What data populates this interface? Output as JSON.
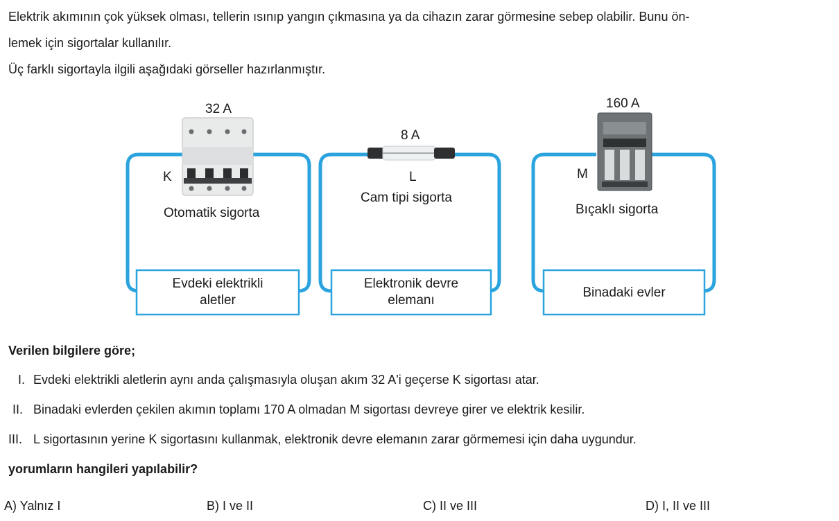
{
  "intro": {
    "line1": "Elektrik akımının çok yüksek olması, tellerin ısınıp yangın çıkmasına ya da cihazın zarar görmesine sebep olabilir. Bunu ön-",
    "line2": "lemek için sigortalar kullanılır.",
    "line3": "Üç farklı sigortayla ilgili aşağıdaki görseller hazırlanmıştır."
  },
  "fuses": [
    {
      "rating": "32 A",
      "letter": "K",
      "name": "Otomatik sigorta",
      "load_line1": "Evdeki elektrikli",
      "load_line2": "aletler"
    },
    {
      "rating": "8 A",
      "letter": "L",
      "name": "Cam tipi sigorta",
      "load_line1": "Elektronik devre",
      "load_line2": "elemanı"
    },
    {
      "rating": "160 A",
      "letter": "M",
      "name": "Bıçaklı sigorta",
      "load_line1": "Binadaki evler",
      "load_line2": ""
    }
  ],
  "question": {
    "lead": "Verilen bilgilere göre;",
    "statements": [
      {
        "num": "I.",
        "text": "Evdeki elektrikli aletlerin aynı anda çalışmasıyla oluşan akım 32 A'i geçerse K sigortası atar."
      },
      {
        "num": "II.",
        "text": "Binadaki evlerden çekilen akımın toplamı 170 A olmadan M sigortası devreye girer ve elektrik kesilir."
      },
      {
        "num": "III.",
        "text": "L sigortasının yerine K sigortasını kullanmak, elektronik devre elemanın zarar görmemesi için daha uygundur."
      }
    ],
    "prompt": "yorumların hangileri yapılabilir?"
  },
  "choices": [
    "A) Yalnız I",
    "B) I ve II",
    "C) II ve III",
    "D) I, II ve III"
  ],
  "colors": {
    "wire": "#2aa3de",
    "text": "#1a1a1a"
  }
}
